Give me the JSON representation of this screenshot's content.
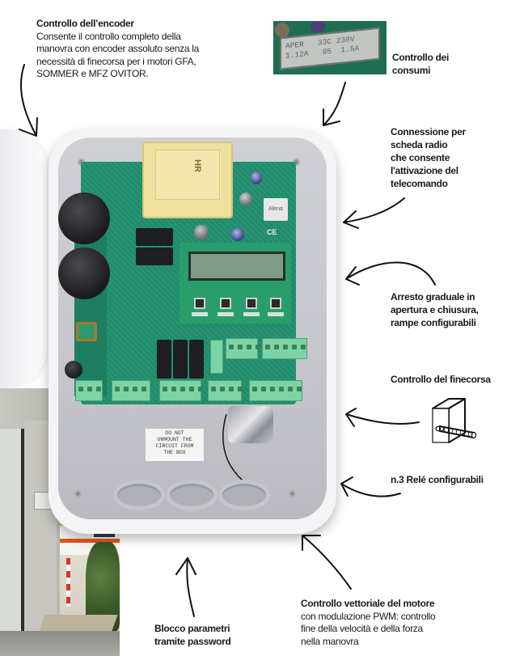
{
  "callouts": {
    "encoder": {
      "title": "Controllo dell’encoder",
      "lines": [
        "Consente il controllo completo della",
        "manovra con encoder assoluto senza la",
        "necessità di finecorsa per i motori GFA,",
        "SOMMER e MFZ OVITOR."
      ]
    },
    "consumption": {
      "lines": [
        "Controllo dei",
        "consumi"
      ]
    },
    "radio": {
      "lines": [
        "Connessione per",
        "scheda radio",
        "che consente",
        "l'attivazione del",
        "telecomando"
      ]
    },
    "ramps": {
      "lines": [
        "Arresto graduale in",
        "apertura e chiusura,",
        "rampe configurabili"
      ]
    },
    "limit_switch": {
      "title": "Controllo del finecorsa"
    },
    "relays": {
      "title": "n.3 Relé configurabili"
    },
    "password": {
      "lines": [
        "Blocco parametri",
        "tramite password"
      ]
    },
    "vector": {
      "title": "Controllo vettoriale del motore",
      "lines": [
        "con modulazione PWM:  controllo",
        "fine della velocità e della forza",
        "nella manovra"
      ]
    }
  },
  "lcd_inset": {
    "row1": "APER   33C 230V",
    "row2": "1.12A   95  1.5A"
  },
  "board": {
    "transformer_brand": "HR",
    "ce_mark": "CE",
    "logo": "Alena",
    "warning_label": [
      "DO NOT",
      "UNMOUNT THE",
      "CIRCUIT FROM",
      "THE BOX"
    ]
  },
  "colors": {
    "pcb": "#1f8c6c",
    "terminal": "#7cd3a4",
    "enclosure": "#f4f4f6",
    "text": "#1a1a1a"
  }
}
